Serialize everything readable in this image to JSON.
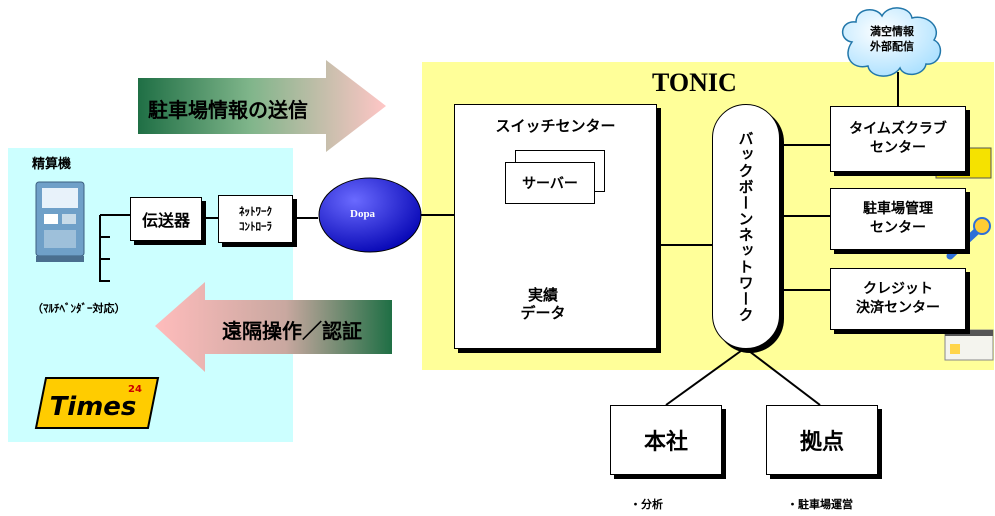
{
  "left_panel": {
    "title": "精算機",
    "multi_vending": "（ﾏﾙﾁﾍﾞﾝﾀﾞｰ対応）",
    "logo_text": "Times",
    "logo_badge": "24"
  },
  "transmitter": "伝送器",
  "network_controller": {
    "line1": "ﾈｯﾄﾜｰｸ",
    "line2": "ｺﾝﾄﾛｰﾗ"
  },
  "dopa": "Dopa",
  "arrows": {
    "send": "駐車場情報の送信",
    "remote": "遠隔操作／認証"
  },
  "tonic": {
    "title": "TONIC",
    "switch_center": "スイッチセンター",
    "server": "サーバー",
    "db": {
      "line1": "実績",
      "line2": "データ"
    },
    "backbone": "バックボーンネットワーク",
    "centers": [
      {
        "line1": "タイムズクラブ",
        "line2": "センター"
      },
      {
        "line1": "駐車場管理",
        "line2": "センター"
      },
      {
        "line1": "クレジット",
        "line2": "決済センター"
      }
    ],
    "cloud": {
      "line1": "満空情報",
      "line2": "外部配信"
    }
  },
  "offices": [
    {
      "label": "本社",
      "note": "・分析"
    },
    {
      "label": "拠点",
      "note": "・駐車場運営"
    }
  ],
  "colors": {
    "left_panel_bg": "#ccffff",
    "tonic_bg": "#ffff99",
    "dopa": "#0000cc",
    "arrow_send": "#2e8b57",
    "arrow_remote": "#ff9999"
  }
}
